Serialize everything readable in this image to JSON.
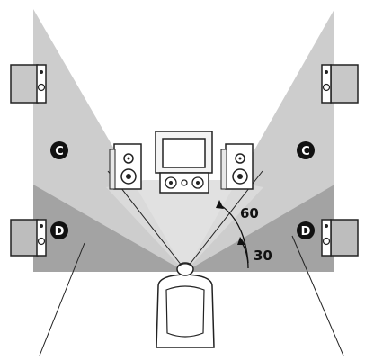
{
  "zones": {
    "upper_left": "C",
    "upper_right": "C",
    "lower_left": "D",
    "lower_right": "D"
  },
  "angles": {
    "outer": "60",
    "inner": "30"
  },
  "colors": {
    "zone_light": "#cdcdcd",
    "zone_dark": "#a3a3a3",
    "outline": "#222222",
    "badge": "#111111"
  },
  "icons": {
    "front_left_speaker": "speaker-icon",
    "front_right_speaker": "speaker-icon",
    "center_speaker": "center-speaker-icon",
    "tv": "tv-icon",
    "surround_speakers": "speaker-icon",
    "listener": "listener-icon"
  }
}
